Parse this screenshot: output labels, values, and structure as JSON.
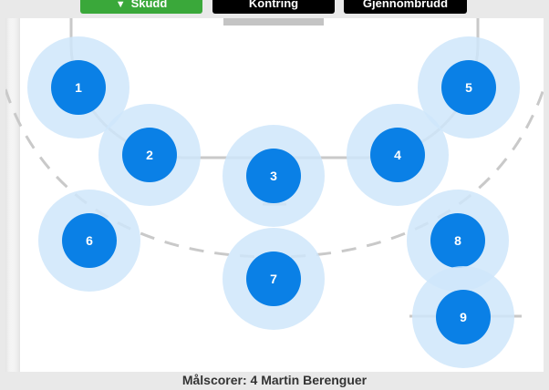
{
  "tabs": [
    {
      "label": "Skudd",
      "icon": "chevron-down-icon"
    },
    {
      "label": "Kontring"
    },
    {
      "label": "Gjennombrudd"
    }
  ],
  "zones": [
    "1",
    "2",
    "3",
    "4",
    "5",
    "6",
    "7",
    "8",
    "9"
  ],
  "scorer": {
    "label": "Målscorer: 4 Martin Berenguer"
  },
  "colors": {
    "zone": "#0a80e6",
    "halo": "#cfe6fa",
    "shot_tab": "#3aa83a",
    "tab_dark": "#000000"
  }
}
